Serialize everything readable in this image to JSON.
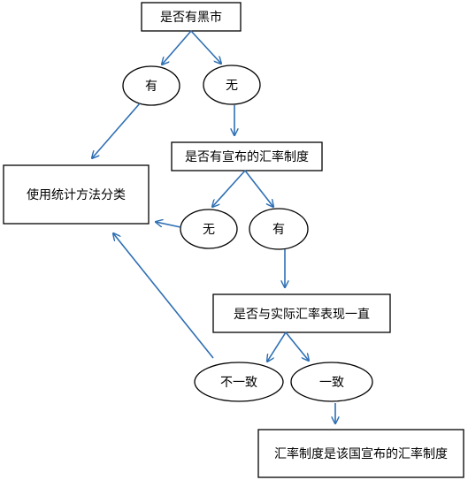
{
  "nodes": {
    "black_market_q": "是否有黑市",
    "bm_yes": "有",
    "bm_no": "无",
    "announced_q": "是否有宣布的汇率制度",
    "ann_no": "无",
    "ann_yes": "有",
    "consistent_q": "是否与实际汇率表现一直",
    "inconsistent": "不一致",
    "consistent": "一致",
    "stat_method": "使用统计方法分类",
    "result": "汇率制度是该国宣布的汇率制度"
  },
  "colors": {
    "arrow": "#2e6fb3",
    "stroke": "#000000"
  }
}
